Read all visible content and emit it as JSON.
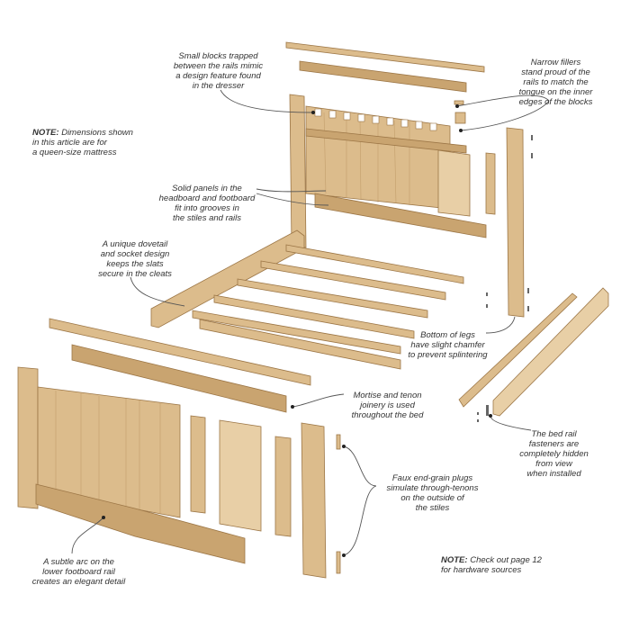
{
  "callouts": {
    "small_blocks": "Small blocks trapped\nbetween the rails mimic\na design feature found\nin the dresser",
    "narrow_fillers": "Narrow fillers\nstand proud of the\nrails to match the\ntongue on the inner\nedges of the blocks",
    "solid_panels": "Solid panels in the\nheadboard and footboard\nfit into grooves in\nthe stiles and rails",
    "dovetail": "A unique dovetail\nand socket design\nkeeps the slats\nsecure in the cleats",
    "bottom_legs": "Bottom of legs\nhave slight chamfer\nto prevent splintering",
    "mortise_tenon": "Mortise and tenon\njoinery is used\nthroughout the bed",
    "bed_rail_fasteners": "The bed rail\nfasteners are\ncompletely hidden\nfrom view\nwhen installed",
    "faux_plugs": "Faux end-grain plugs\nsimulate through-tenons\non the outside of\nthe stiles",
    "subtle_arc": "A subtle arc on the\nlower footboard rail\ncreates an elegant detail"
  },
  "notes": {
    "dimensions": {
      "label": "NOTE:",
      "text": " Dimensions shown\nin this article are for\na queen-size mattress"
    },
    "hardware": {
      "label": "NOTE:",
      "text": " Check out page 12\nfor hardware sources"
    }
  },
  "colors": {
    "wood": "#dcbc8c",
    "wood_edge": "#9c7646",
    "text": "#333333"
  }
}
